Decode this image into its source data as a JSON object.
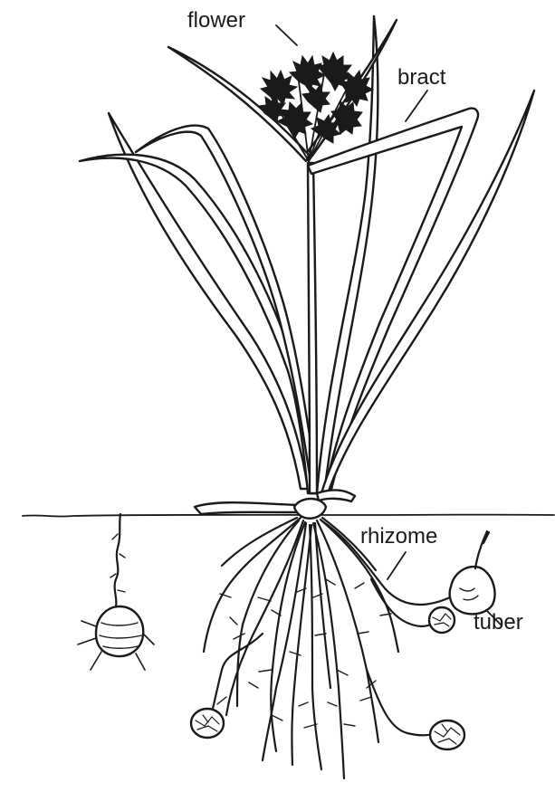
{
  "labels": {
    "flower": "flower",
    "bract": "bract",
    "rhizome": "rhizome",
    "tuber": "tuber"
  },
  "colors": {
    "ink": "#1a1a1a",
    "background": "#ffffff",
    "caption_text": "#4a6fd0"
  }
}
